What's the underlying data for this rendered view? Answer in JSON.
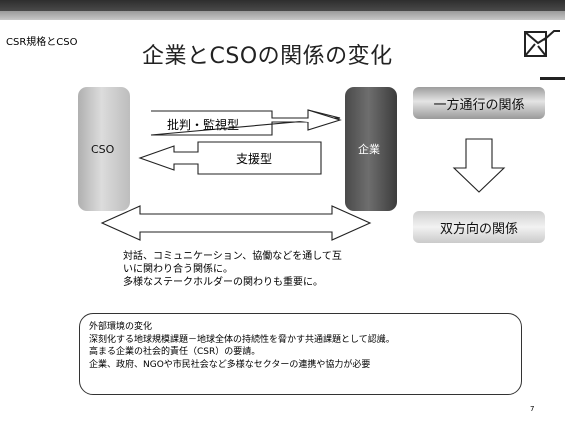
{
  "slide": {
    "section": "CSR規格とCSO",
    "title": "企業とCSOの関係の変化",
    "page_number": "7"
  },
  "diagram": {
    "cso_label": "CSO",
    "enterprise_label": "企業",
    "arrow_right_label": "批判・監視型",
    "arrow_left_label": "支援型",
    "one_way_label": "一方通行の関係",
    "two_way_label": "双方向の関係"
  },
  "description": {
    "lines": [
      "対話、コミュニケーション、協働などを通して互",
      "いに関わり合う関係に。",
      "多様なステークホルダーの関わりも重要に。"
    ]
  },
  "context_box": {
    "lines": [
      "外部環境の変化",
      "深刻化する地球規模課題－地球全体の持続性を脅かす共通課題として認識。",
      "高まる企業の社会的責任（CSR）の要請。",
      "企業、政府、NGOや市民社会など多様なセクターの連携や協力が必要"
    ]
  },
  "colors": {
    "top_bar": "#3a3a3a",
    "enterprise_column": "#5a5a5a",
    "cso_column": "#c8c8c8"
  },
  "icons": {
    "logo": "logo-icon"
  }
}
